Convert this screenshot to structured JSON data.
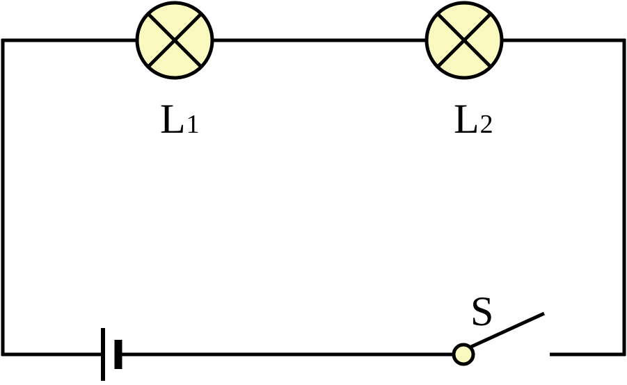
{
  "colors": {
    "wire": "#000000",
    "lamp_fill": "#FAFAC0",
    "switch_pivot_fill": "#FAFAC0",
    "background": "#FFFFFF"
  },
  "components": {
    "lamp1": {
      "label_main": "L",
      "label_sub": "1"
    },
    "lamp2": {
      "label_main": "L",
      "label_sub": "2"
    },
    "switch": {
      "label": "S",
      "state": "open"
    },
    "battery": {
      "cells": 1
    }
  }
}
